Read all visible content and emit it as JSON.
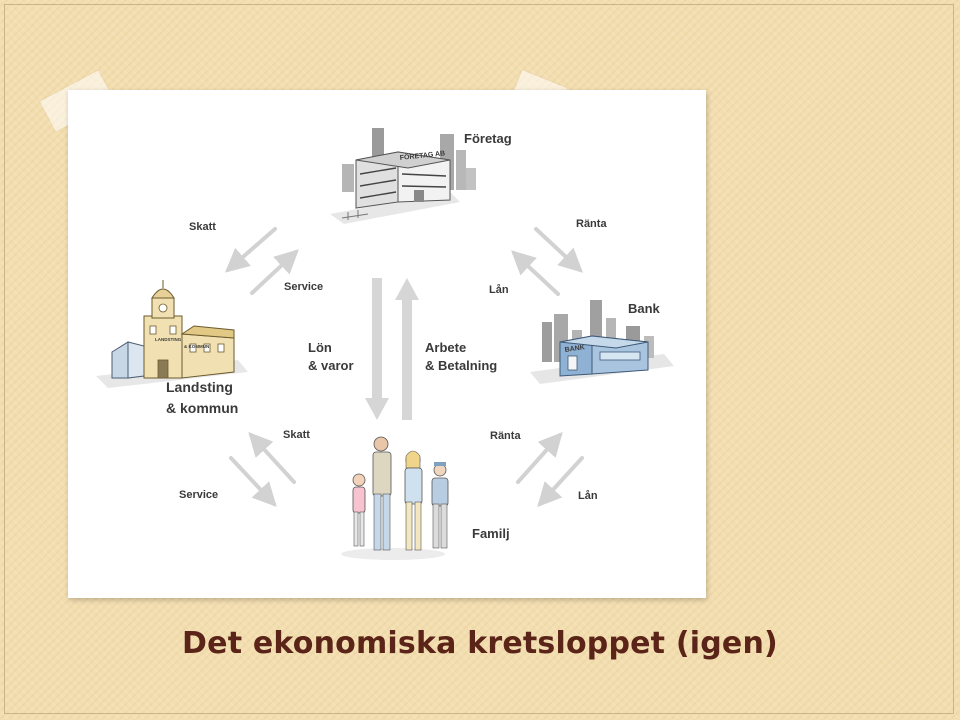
{
  "caption": "Det ekonomiska kretsloppet (igen)",
  "nodes": {
    "foretag": "Företag",
    "bank": "Bank",
    "landsting_line1": "Landsting",
    "landsting_line2": "& kommun",
    "familj": "Familj"
  },
  "building_signs": {
    "foretag": "FÖRETAG AB",
    "bank": "BANK",
    "kommun_line1": "LANDSTING",
    "kommun_line2": "& KOMMUN"
  },
  "flows": {
    "skatt_top": "Skatt",
    "service_top": "Service",
    "ranta_top": "Ränta",
    "lan_top": "Lån",
    "lon_line1": "Lön",
    "lon_line2": "& varor",
    "arbete_line1": "Arbete",
    "arbete_line2": "& Betalning",
    "skatt_bottom": "Skatt",
    "service_bottom": "Service",
    "ranta_bottom": "Ränta",
    "lan_bottom": "Lån"
  },
  "colors": {
    "background": "#f3deb0",
    "caption": "#5b2418",
    "arrows": "#d2d2d2",
    "bank_building": "#a9c4de"
  }
}
